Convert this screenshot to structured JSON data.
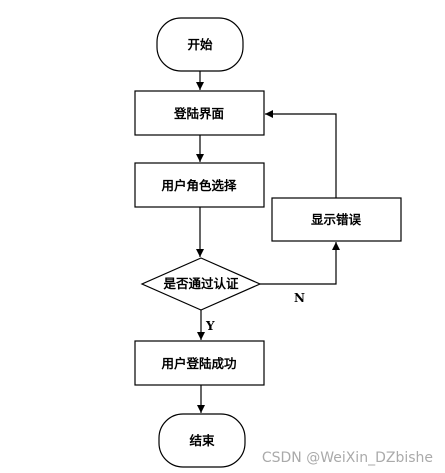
{
  "nodes": {
    "start": "开始",
    "login_page": "登陆界面",
    "role_select": "用户角色选择",
    "show_error": "显示错误",
    "auth_check": "是否通过认证",
    "login_success": "用户登陆成功",
    "end": "结束"
  },
  "edges": {
    "yes_label": "Y",
    "no_label": "N"
  },
  "watermark": "CSDN @WeiXin_DZbishe"
}
